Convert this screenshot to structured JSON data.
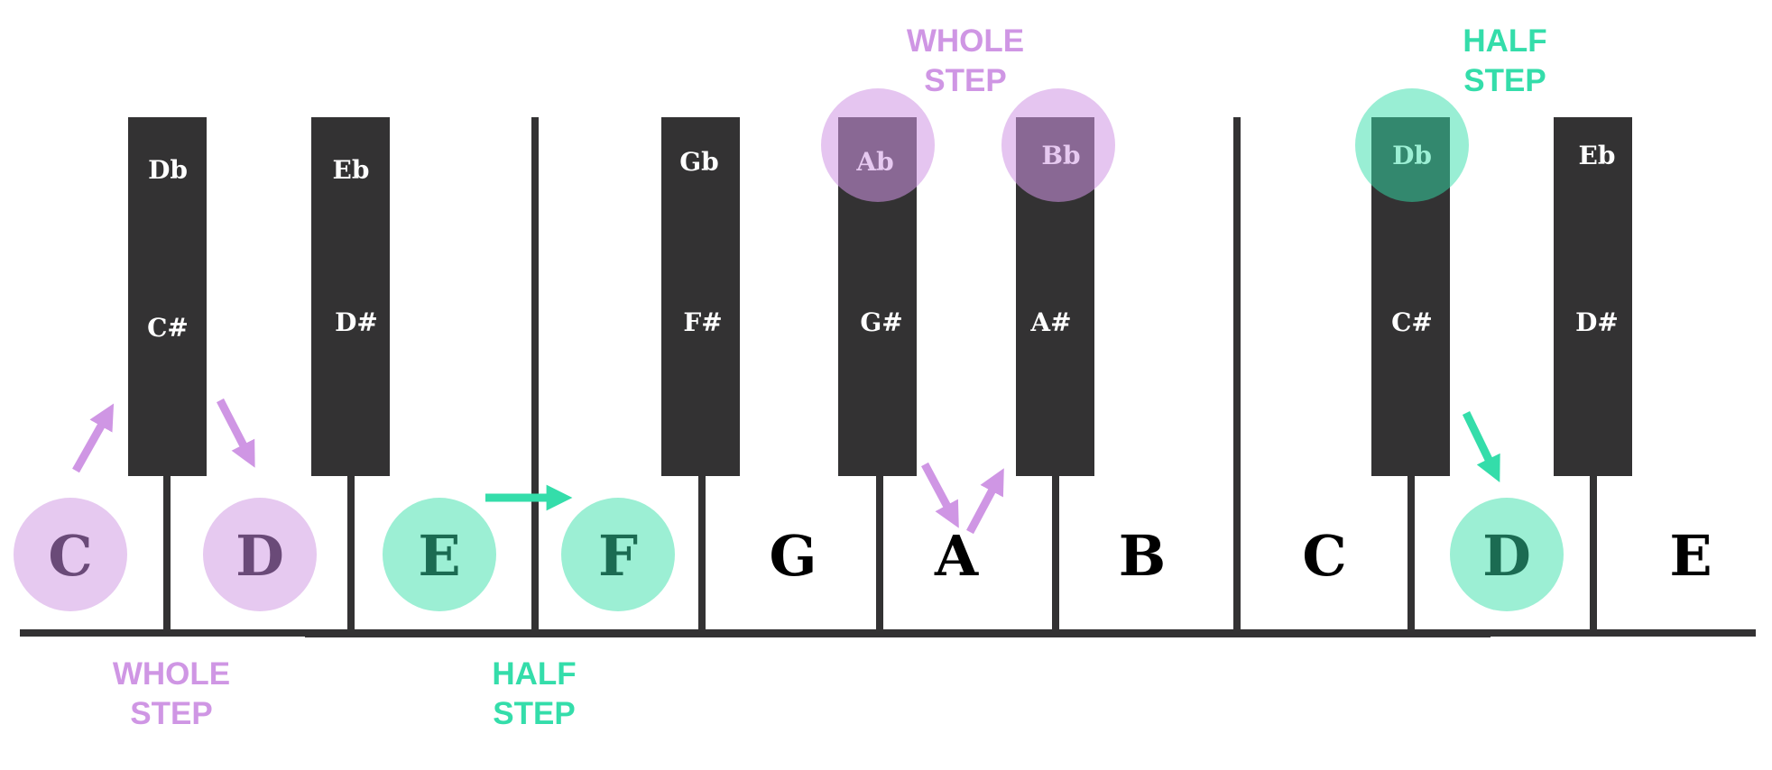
{
  "colors": {
    "purple": "#cf96e4",
    "purple_highlight": "#e6c9f0",
    "green": "#34ddaa",
    "green_highlight": "#9cefd4",
    "black_key": "#333233",
    "white_key": "#ffffff",
    "white_label": "#000000",
    "black_label": "#ffffff"
  },
  "white_keys": [
    {
      "note": "C",
      "highlight": "purple"
    },
    {
      "note": "D",
      "highlight": "purple"
    },
    {
      "note": "E",
      "highlight": "green"
    },
    {
      "note": "F",
      "highlight": "green"
    },
    {
      "note": "G",
      "highlight": "none"
    },
    {
      "note": "A",
      "highlight": "none"
    },
    {
      "note": "B",
      "highlight": "none"
    },
    {
      "note": "C",
      "highlight": "none"
    },
    {
      "note": "D",
      "highlight": "green"
    },
    {
      "note": "E",
      "highlight": "none"
    }
  ],
  "black_keys": [
    {
      "flat": "Db",
      "sharp": "C#",
      "highlight": "none"
    },
    {
      "flat": "Eb",
      "sharp": "D#",
      "highlight": "none"
    },
    {
      "flat": "Gb",
      "sharp": "F#",
      "highlight": "none"
    },
    {
      "flat": "Ab",
      "sharp": "G#",
      "highlight": "purple"
    },
    {
      "flat": "Bb",
      "sharp": "A#",
      "highlight": "purple"
    },
    {
      "flat": "Db",
      "sharp": "C#",
      "highlight": "green"
    },
    {
      "flat": "Eb",
      "sharp": "D#",
      "highlight": "none"
    }
  ],
  "step_labels": [
    {
      "line1": "WHOLE",
      "line2": "STEP",
      "color": "purple"
    },
    {
      "line1": "HALF",
      "line2": "STEP",
      "color": "green"
    },
    {
      "line1": "WHOLE",
      "line2": "STEP",
      "color": "purple"
    },
    {
      "line1": "HALF",
      "line2": "STEP",
      "color": "green"
    }
  ]
}
